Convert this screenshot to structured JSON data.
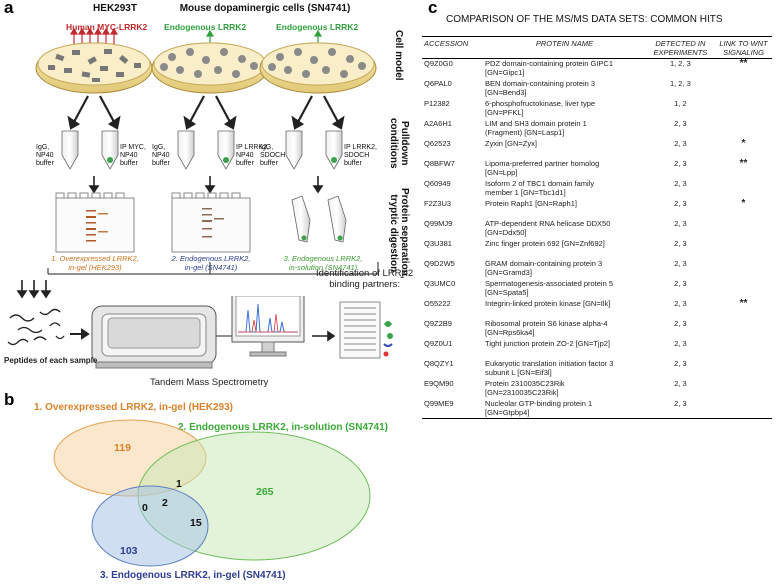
{
  "panel_a": {
    "letter": "a",
    "columns": [
      {
        "title": "HEK293T",
        "sub": "Human MYC-LRRK2",
        "sub_color": "red",
        "tube_left": "IgG,\nNP40\nbuffer",
        "tube_right": "IP MYC,\nNP40\nbuffer",
        "caption": "1. Overexpressed LRRK2,\nin-gel (HEK293)"
      },
      {
        "title": "Mouse dopaminergic cells (SN4741)",
        "sub": "Endogenous LRRK2",
        "sub_color": "green",
        "tube_left": "IgG,\nNP40\nbuffer",
        "tube_right": "IP LRRK2,\nNP40\nbuffer",
        "caption": "2. Endogenous LRRK2,\nin-gel (SN4741)"
      },
      {
        "title": "",
        "sub": "Endogenous LRRK2",
        "sub_color": "green",
        "tube_left": "IgG,\nSDOCH\nbuffer",
        "tube_right": "IP LRRK2,\nSDOCH\nbuffer",
        "caption": "3. Endogenous LRRK2,\nin-solution (SN4741)"
      }
    ],
    "side_labels": {
      "cell_model": "Cell model",
      "pulldown": "Pulldown\nconditions",
      "separation": "Protein separation,\ntryptic digestion"
    },
    "peptides_label": "Peptides of each sample",
    "ms_label": "Tandem Mass Spectrometry",
    "identification_label": "Identification of LRRK2\nbinding partners:"
  },
  "panel_b": {
    "letter": "b",
    "set1_label": "1. Overexpressed LRRK2, in-gel (HEK293)",
    "set2_label": "2. Endogenous LRRK2, in-solution (SN4741)",
    "set3_label": "3. Endogenous LRRK2, in-gel (SN4741)",
    "only1": "119",
    "only2": "265",
    "only3": "103",
    "n12": "1",
    "n13": "0",
    "n123": "2",
    "n23": "15",
    "colors": {
      "set1": "#f5b041",
      "set2": "#4caf50",
      "set3": "#3f51b5",
      "label1": "#d9822b",
      "label2": "#39a935",
      "label3": "#2e3d8f"
    }
  },
  "panel_c": {
    "letter": "c",
    "title": "COMPARISON OF THE MS/MS DATA SETS: COMMON HITS",
    "headers": {
      "accession": "ACCESSION",
      "protein": "PROTEIN NAME",
      "detected": "DETECTED IN\nEXPERIMENTS",
      "wnt": "LINK TO WNT\nSIGNALING"
    },
    "rows": [
      {
        "acc": "Q9Z0G0",
        "name": "PDZ domain-containing protein GIPC1\n[GN=Gipc1]",
        "det": "1, 2, 3",
        "wnt": "**"
      },
      {
        "acc": "Q6PAL0",
        "name": "BEN domain-containing protein 3\n[GN=Bend3]",
        "det": "1, 2, 3",
        "wnt": ""
      },
      {
        "acc": "P12382",
        "name": "6-phosphofructokinase, liver type\n[GN=PFKL]",
        "det": "1, 2",
        "wnt": ""
      },
      {
        "acc": "A2A6H1",
        "name": "LIM and SH3 domain protein 1\n(Fragment) [GN=Lasp1]",
        "det": "2, 3",
        "wnt": ""
      },
      {
        "acc": "Q62523",
        "name": "Zyxin [GN=Zyx]",
        "det": "2, 3",
        "wnt": "*"
      },
      {
        "acc": "Q8BFW7",
        "name": "Lipoma-preferred partner homolog\n[GN=Lpp]",
        "det": "2, 3",
        "wnt": "**"
      },
      {
        "acc": "Q60949",
        "name": "Isoform 2 of TBC1 domain family\nmember 1 [GN=Tbc1d1]",
        "det": "2, 3",
        "wnt": ""
      },
      {
        "acc": "F2Z3U3",
        "name": "Protein Raph1 [GN=Raph1]",
        "det": "2, 3",
        "wnt": "*"
      },
      {
        "acc": "Q99MJ9",
        "name": "ATP-dependent RNA helicase DDX50\n[GN=Ddx50]",
        "det": "2, 3",
        "wnt": ""
      },
      {
        "acc": "Q3U381",
        "name": "Zinc finger protein 692 [GN=Znf692]",
        "det": "2, 3",
        "wnt": ""
      },
      {
        "acc": "Q9D2W5",
        "name": "GRAM domain-containing protein 3\n[GN=Gramd3]",
        "det": "2, 3",
        "wnt": ""
      },
      {
        "acc": "Q3UMC0",
        "name": "Spermatogenesis-associated protein 5\n[GN=Spata5]",
        "det": "2, 3",
        "wnt": ""
      },
      {
        "acc": "O55222",
        "name": "Integrin-linked protein kinase [GN=Ilk]",
        "det": "2, 3",
        "wnt": "**"
      },
      {
        "acc": "Q9Z2B9",
        "name": "Ribosomal protein S6 kinase alpha-4\n[GN=Rps6ka4]",
        "det": "2, 3",
        "wnt": ""
      },
      {
        "acc": "Q9Z0U1",
        "name": "Tight junction protein ZO-2 [GN=Tjp2]",
        "det": "2, 3",
        "wnt": ""
      },
      {
        "acc": "Q8QZY1",
        "name": "Eukaryotic translation initiation factor 3\nsubunit L [GN=Eif3l]",
        "det": "2, 3",
        "wnt": ""
      },
      {
        "acc": "E9QM90",
        "name": "Protein 2310035C23Rik\n[GN=2310035C23Rik]",
        "det": "2, 3",
        "wnt": ""
      },
      {
        "acc": "Q99ME9",
        "name": "Nucleolar GTP-binding protein 1\n[GN=Gtpbp4]",
        "det": "2, 3",
        "wnt": ""
      }
    ]
  }
}
